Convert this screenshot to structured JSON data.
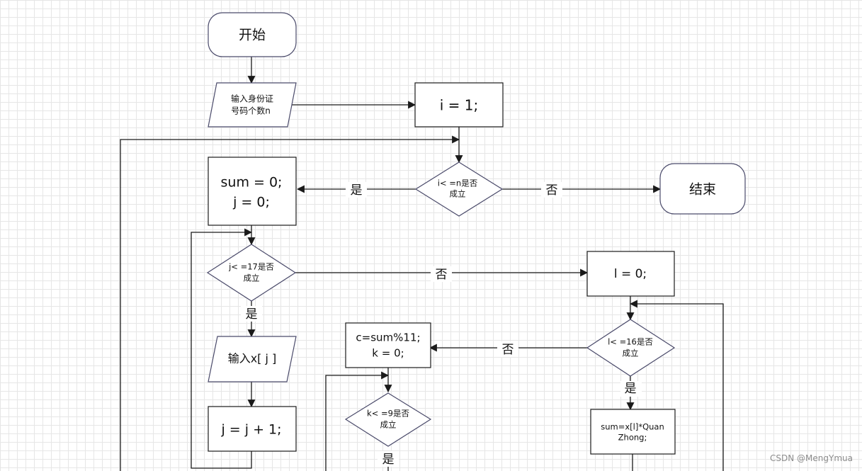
{
  "nodes": {
    "start": "开始",
    "input_n": [
      "输入身份证",
      "号码个数n"
    ],
    "init_i": "i = 1;",
    "cond_i": [
      "i< =n是否",
      "成立"
    ],
    "end": "结束",
    "init_sum_j": [
      "sum = 0;",
      "j = 0;"
    ],
    "cond_j": [
      "j< =17是否",
      "成立"
    ],
    "input_x": "输入x[ j ]",
    "inc_j": "j = j + 1;",
    "init_l": "l = 0;",
    "cond_l": [
      "l< =16是否",
      "成立"
    ],
    "calc_c": [
      "c=sum%11;",
      "k = 0;"
    ],
    "cond_k": [
      "k< =9是否",
      "成立"
    ],
    "sum_add": [
      "sum=x[l]*Quan",
      "Zhong;"
    ]
  },
  "edge_labels": {
    "cond_i_yes": "是",
    "cond_i_no": "否",
    "cond_j_yes": "是",
    "cond_j_no": "否",
    "cond_l_yes": "是",
    "cond_l_no": "否",
    "cond_k_yes": "是"
  },
  "watermark": "CSDN @MengYmua"
}
